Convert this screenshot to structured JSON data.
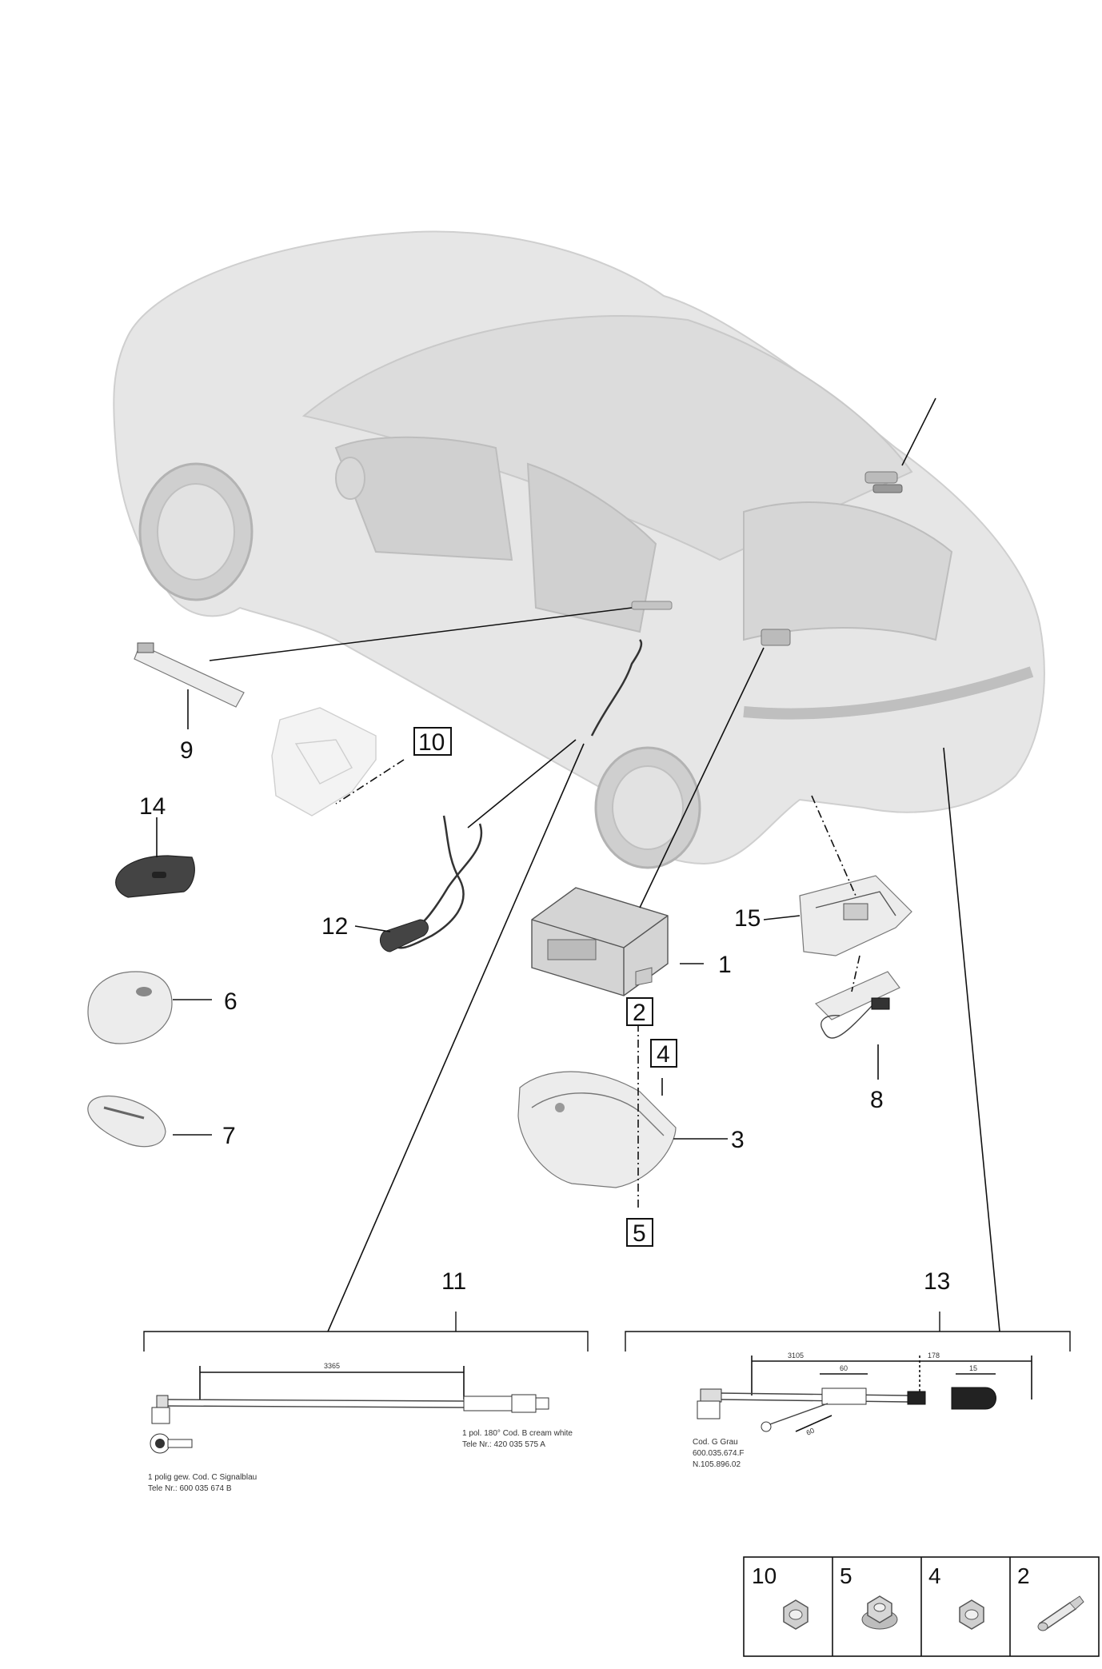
{
  "callouts": {
    "c1": "1",
    "c2": "2",
    "c3": "3",
    "c4": "4",
    "c5": "5",
    "c6": "6",
    "c7": "7",
    "c8": "8",
    "c9": "9",
    "c10": "10",
    "c11": "11",
    "c12": "12",
    "c13": "13",
    "c14": "14",
    "c15": "15"
  },
  "cable11": {
    "length": "3365",
    "left_note_line1": "1 polig gew. Cod. C Signalblau",
    "left_note_line2": "Tele Nr.: 600 035 674 B",
    "right_note_line1": "1 pol. 180° Cod. B cream white",
    "right_note_line2": "Tele Nr.: 420 035 575 A"
  },
  "cable13": {
    "dim_a": "3105",
    "dim_b": "60",
    "dim_c": "178",
    "dim_d": "15",
    "dim_e": "60",
    "note_line1": "Cod. G Grau",
    "note_line2": "600.035.674.F",
    "note_line3": "N.105.896.02"
  },
  "hardware_table": {
    "cells": [
      {
        "num": "10",
        "icon": "hex-nut-icon"
      },
      {
        "num": "5",
        "icon": "flanged-nut-icon"
      },
      {
        "num": "4",
        "icon": "hex-nut-icon"
      },
      {
        "num": "2",
        "icon": "stud-bolt-icon"
      }
    ]
  }
}
